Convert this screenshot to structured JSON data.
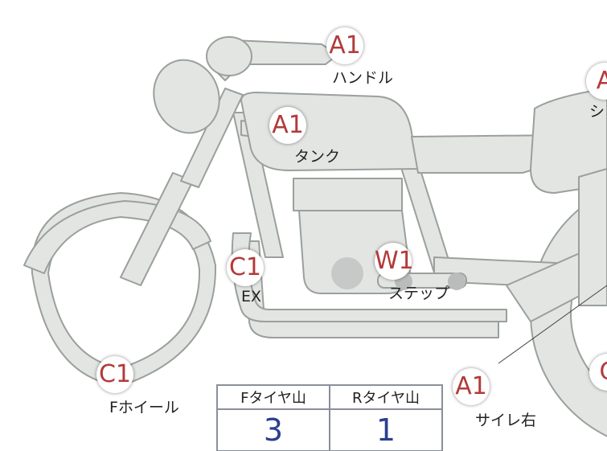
{
  "colors": {
    "body_fill": "#e3e5e3",
    "outline": "#9aa09c",
    "badge_text": "#b33a3a",
    "value_text": "#2a3f8f"
  },
  "markers": [
    {
      "code": "A1",
      "label": "ハンドル"
    },
    {
      "code": "A",
      "label": "シ"
    },
    {
      "code": "A1",
      "label": "タンク"
    },
    {
      "code": "C1",
      "label": "EX"
    },
    {
      "code": "W1",
      "label": "ステップ"
    },
    {
      "code": "C1",
      "label": "Fホイール"
    },
    {
      "code": "A1",
      "label": "サイレ右"
    },
    {
      "code": "C",
      "label": ""
    }
  ],
  "tread_table": {
    "headers": [
      "Fタイヤ山",
      "Rタイヤ山"
    ],
    "values": [
      "3",
      "1"
    ]
  }
}
